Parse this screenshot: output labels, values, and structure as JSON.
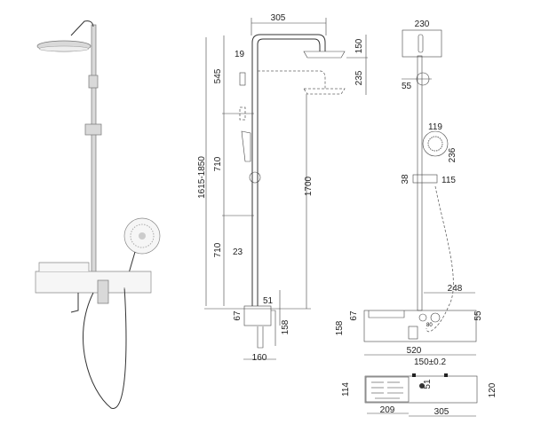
{
  "title": "Shower system dimension drawing",
  "side_view": {
    "top_arm_width": "305",
    "pipe_diameter_top": "19",
    "head_height_upper": "150",
    "head_height_lower": "235",
    "segment_upper": "545",
    "segment_middle": "710",
    "segment_lower": "710",
    "total_height": "1615-1850",
    "head_to_floor": "1700",
    "pipe_diameter_bottom": "23",
    "outlet_offset": "51",
    "mixer_depth": "67",
    "mixer_height": "158",
    "mixer_width": "160"
  },
  "front_view": {
    "head_width": "230",
    "bracket_width": "55",
    "handshower_width": "119",
    "handshower_height": "236",
    "holder_height": "38",
    "holder_offset": "115",
    "valve_offset": "248",
    "shelf_depth": "67",
    "outlet_height": "55",
    "body_height": "158",
    "body_width": "520",
    "valve_diameter": "80"
  },
  "top_view": {
    "inlet_spacing": "150±0.2",
    "inlet_diameter": "51",
    "tray_depth": "114",
    "body_depth": "120",
    "tray_width": "209",
    "mixer_section_width": "305"
  }
}
